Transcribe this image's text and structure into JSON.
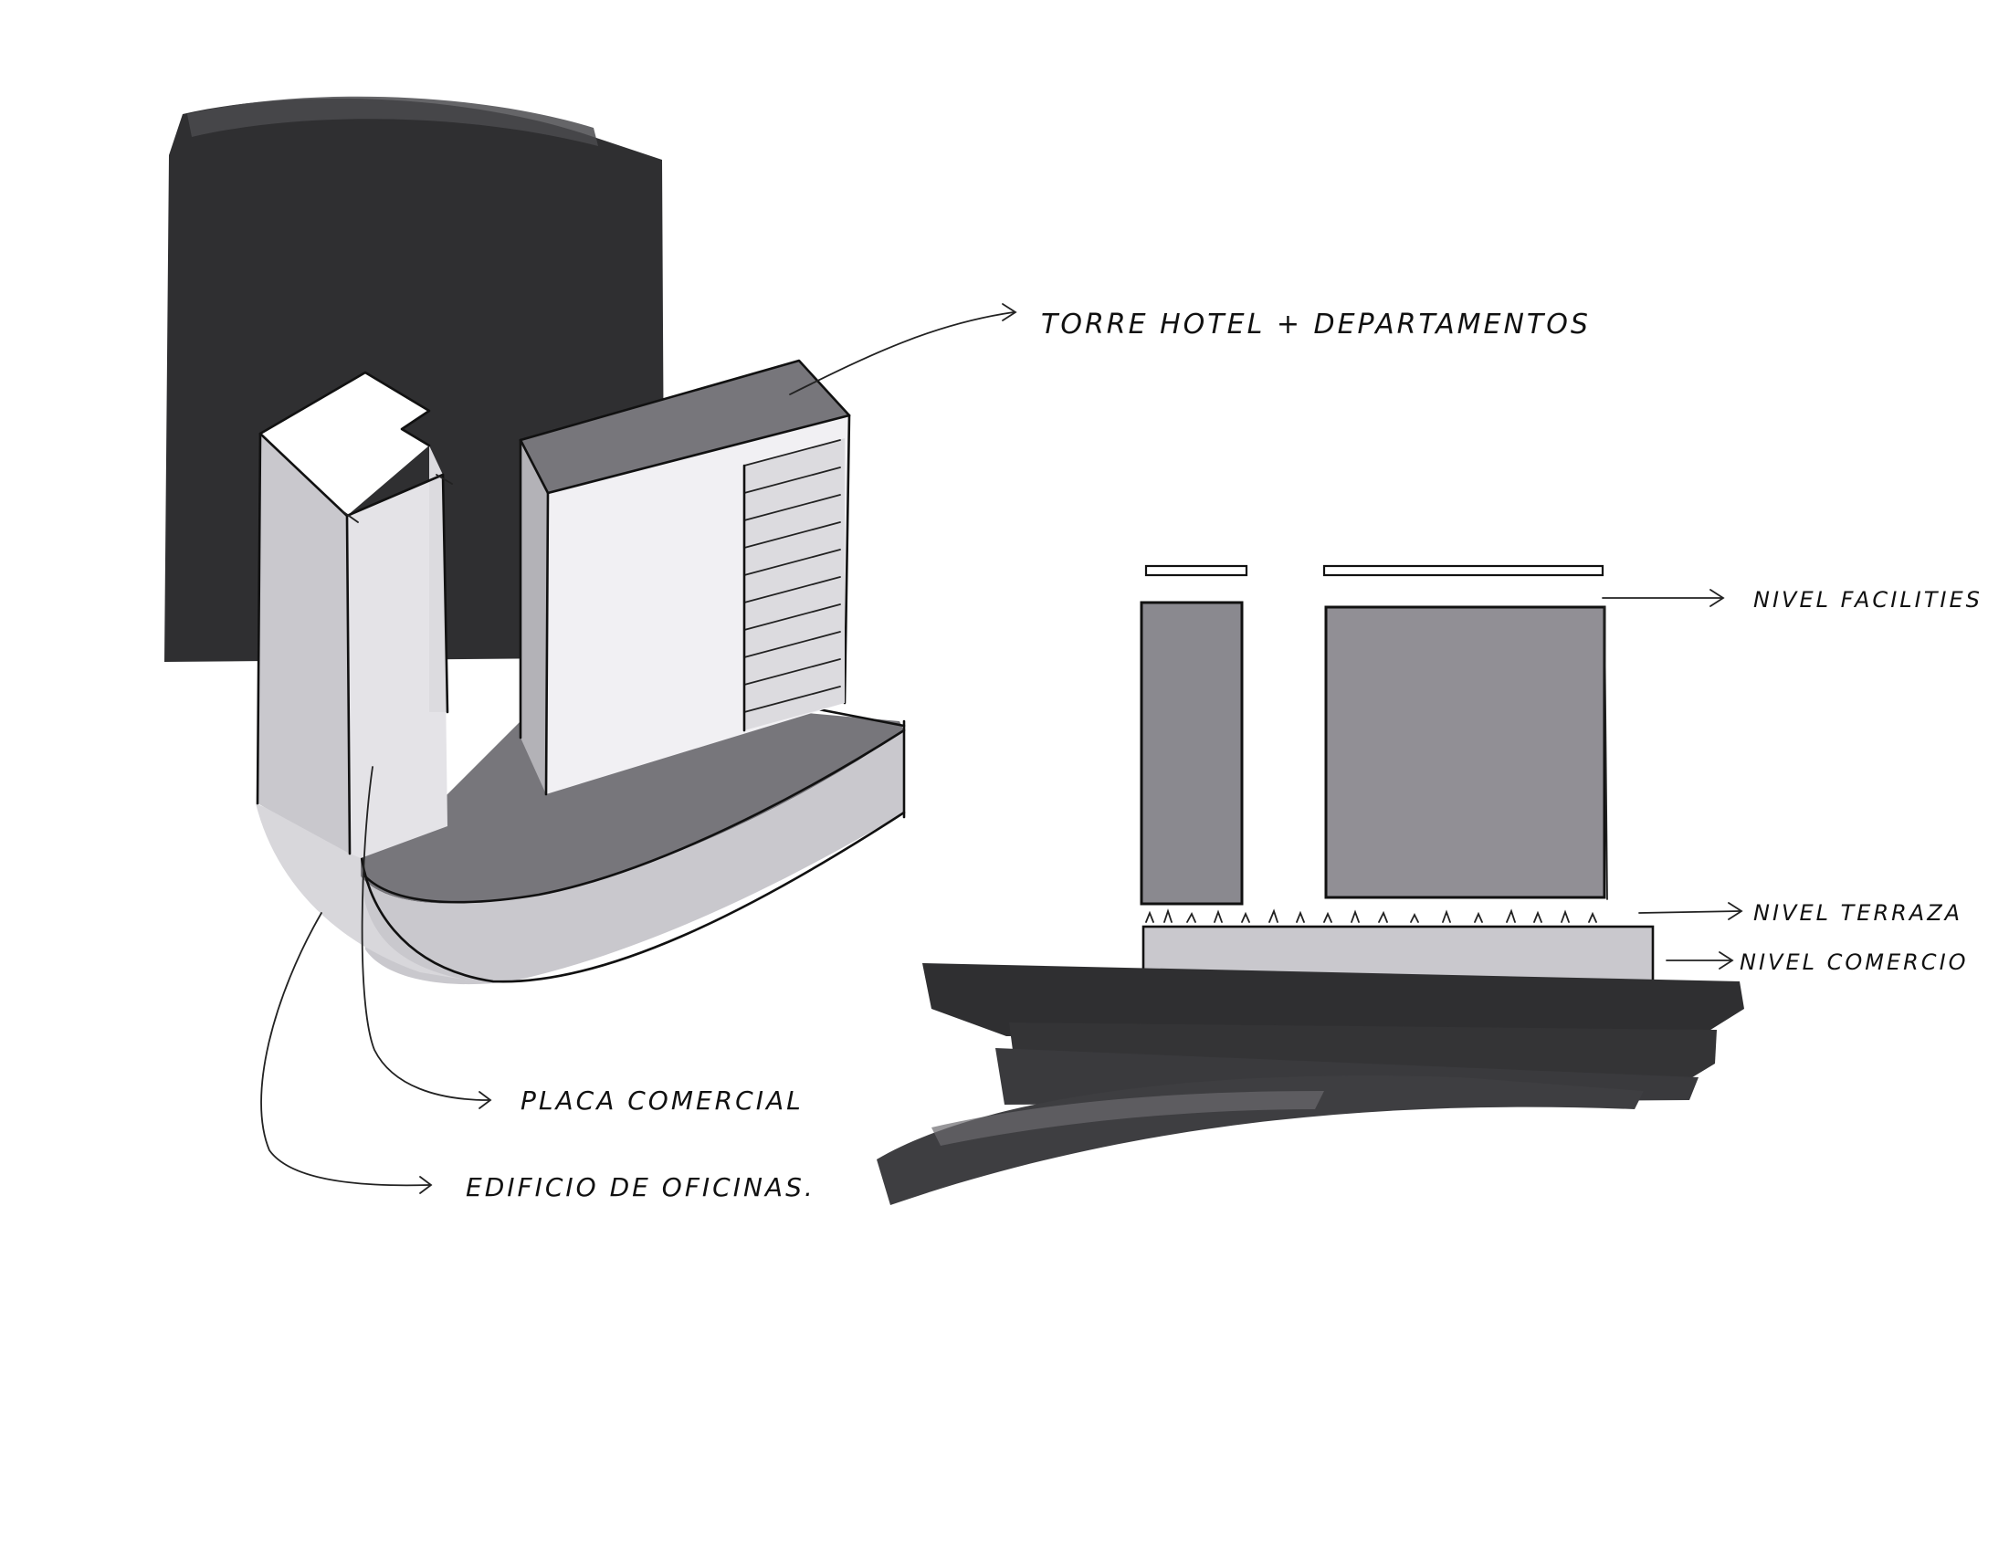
{
  "annotations": {
    "tower": "TORRE HOTEL + DEPARTAMENTOS",
    "podium": "PLACA COMERCIAL",
    "offices": "EDIFICIO DE OFICINAS.",
    "level_facilities": "NIVEL FACILITIES",
    "level_terrace": "NIVEL TERRAZA",
    "level_commerce": "NIVEL COMERCIO"
  },
  "colors": {
    "dark_marker": "#2f2f31",
    "mid_gray": "#8a898f",
    "light_gray": "#c9c8cd",
    "pale_gray": "#e2e1e5",
    "ink": "#111111",
    "paper": "#ffffff"
  }
}
